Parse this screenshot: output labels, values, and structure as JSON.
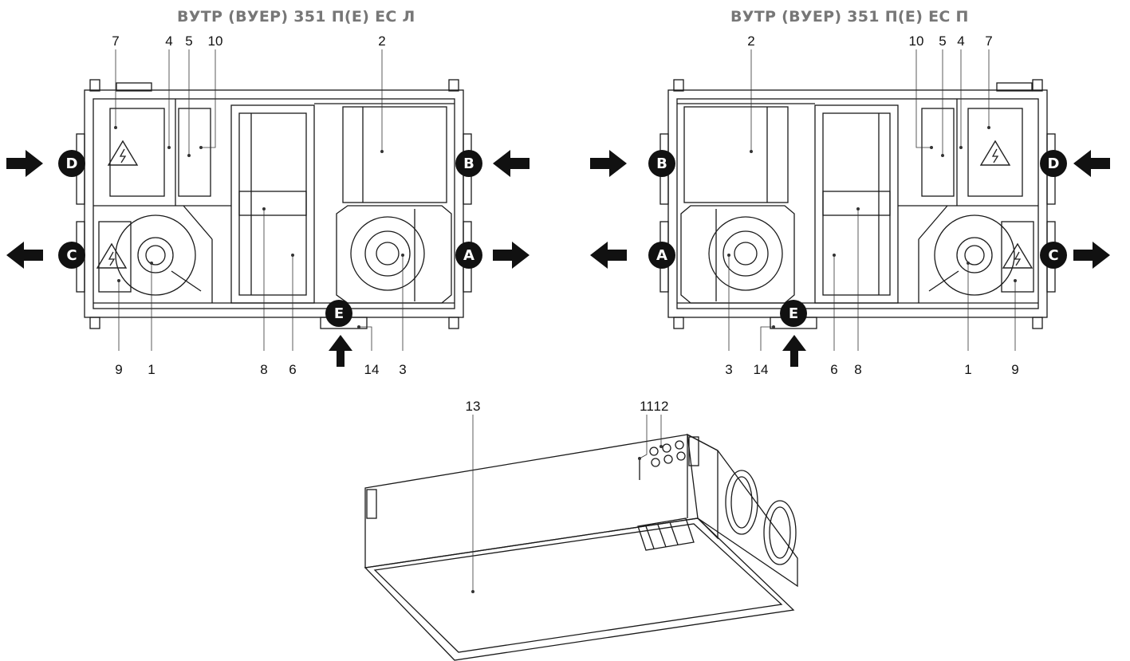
{
  "titles": {
    "left": "ВУТР (ВУЕР) 351 П(Е) ЕС Л",
    "right": "ВУТР (ВУЕР) 351 П(Е) ЕС П"
  },
  "left_unit": {
    "top_numbers": [
      "7",
      "4",
      "5",
      "10",
      "2"
    ],
    "bottom_numbers": [
      "9",
      "1",
      "8",
      "6",
      "14",
      "3"
    ],
    "ports": [
      "D",
      "B",
      "C",
      "A",
      "E"
    ]
  },
  "right_unit": {
    "top_numbers": [
      "2",
      "10",
      "5",
      "4",
      "7"
    ],
    "bottom_numbers": [
      "3",
      "14",
      "6",
      "8",
      "1",
      "9"
    ],
    "ports": [
      "B",
      "D",
      "A",
      "C",
      "E"
    ]
  },
  "iso_view": {
    "numbers": [
      "13",
      "11",
      "12"
    ]
  },
  "colors": {
    "line": "#1a1a1a",
    "badge": "#111111",
    "title": "#777777"
  }
}
